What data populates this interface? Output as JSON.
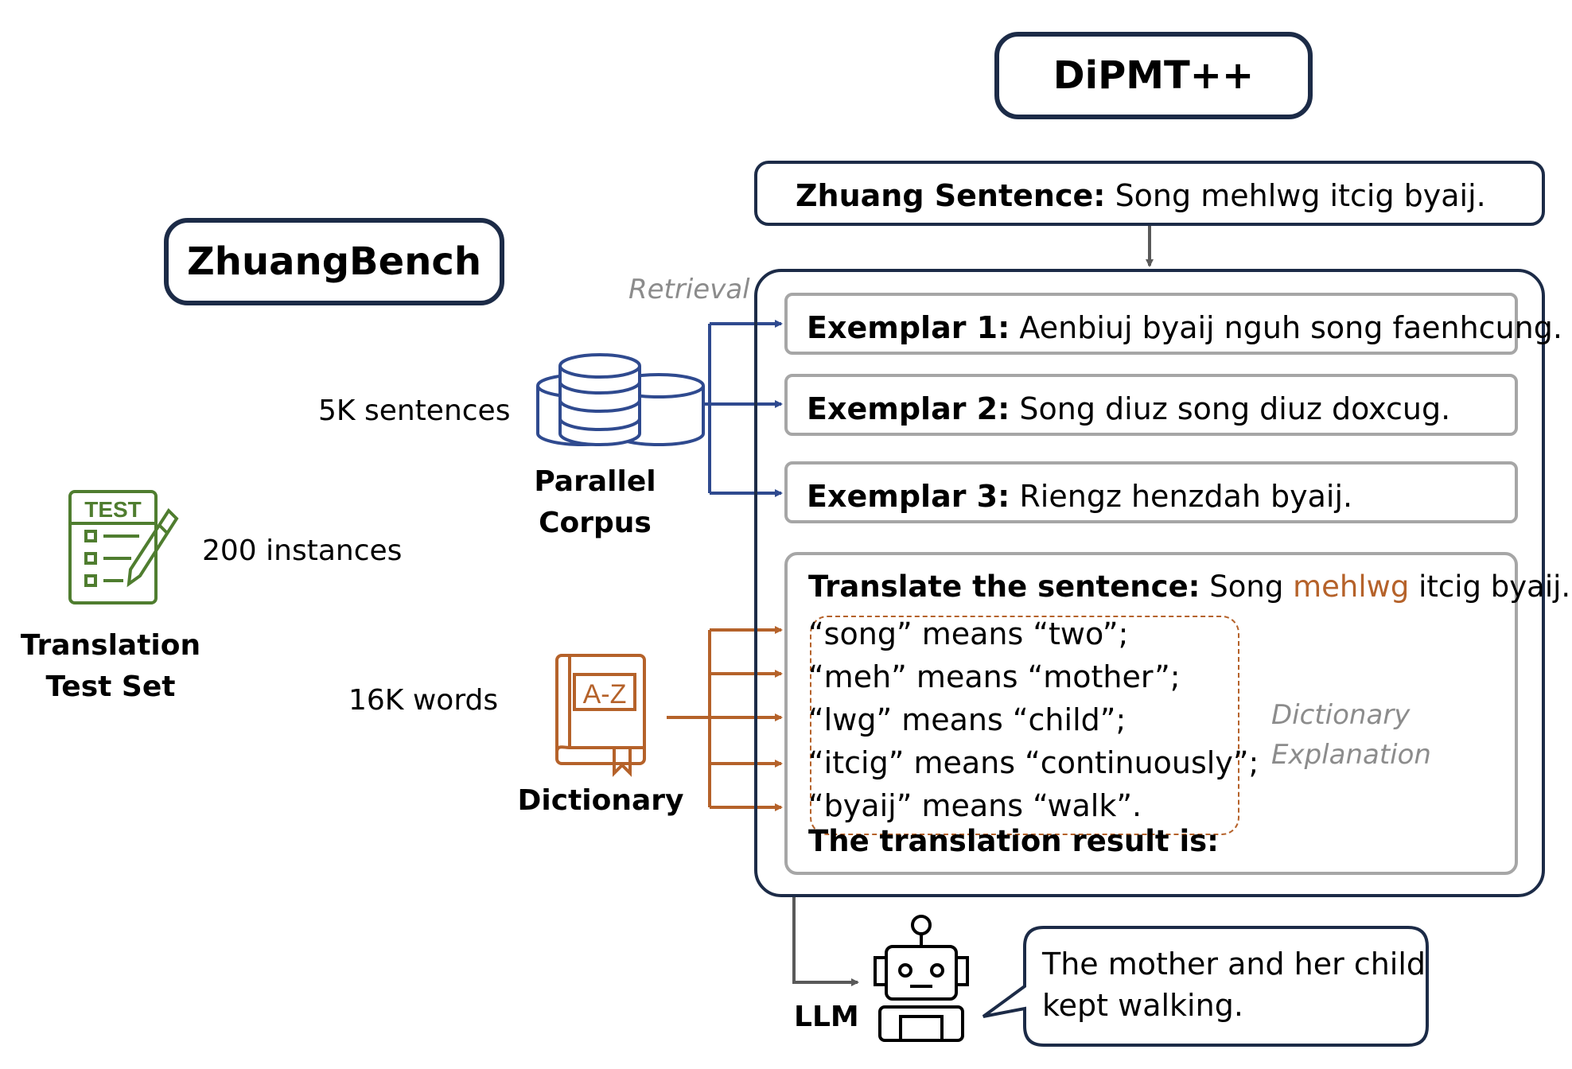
{
  "colors": {
    "navy": "#1c2b47",
    "blue": "#2f4a8f",
    "orange": "#b5622a",
    "green": "#4f7d2f",
    "grey": "#595959",
    "light_grey": "#a6a6a6"
  },
  "titles": {
    "left": "ZhuangBench",
    "right": "DiPMT++"
  },
  "test_set": {
    "icon": "test-clipboard-icon",
    "icon_text": "TEST",
    "name_line1": "Translation",
    "name_line2": "Test Set",
    "count": "200 instances"
  },
  "parallel_corpus": {
    "icon": "database-icon",
    "name_line1": "Parallel",
    "name_line2": "Corpus",
    "count": "5K sentences"
  },
  "dictionary": {
    "icon": "dictionary-book-icon",
    "icon_text": "A-Z",
    "name": "Dictionary",
    "count": "16K words"
  },
  "retrieval_label": "Retrieval",
  "zhuang_sentence": {
    "label": "Zhuang Sentence:",
    "text": "Song mehlwg itcig byaij."
  },
  "exemplars": [
    {
      "label": "Exemplar 1:",
      "text": "Aenbiuj byaij nguh song faenhcung."
    },
    {
      "label": "Exemplar 2:",
      "text": "Song diuz song diuz doxcug."
    },
    {
      "label": "Exemplar 3:",
      "text": "Riengz henzdah byaij."
    }
  ],
  "prompt": {
    "label": "Translate the sentence:",
    "text_before": "Song",
    "highlight": "mehlwg",
    "text_after": "itcig byaij.",
    "dictionary_lines": [
      "“song” means “two”;",
      "“meh” means “mother”;",
      "“lwg” means “child”;",
      "“itcig” means “continuously”;",
      "“byaij” means “walk”."
    ],
    "result_label": "The translation result is:"
  },
  "dictionary_explanation": {
    "line1": "Dictionary",
    "line2": "Explanation"
  },
  "llm": {
    "icon": "robot-icon",
    "label": "LLM"
  },
  "output": {
    "line1": "The mother and her child",
    "line2": "kept walking."
  }
}
